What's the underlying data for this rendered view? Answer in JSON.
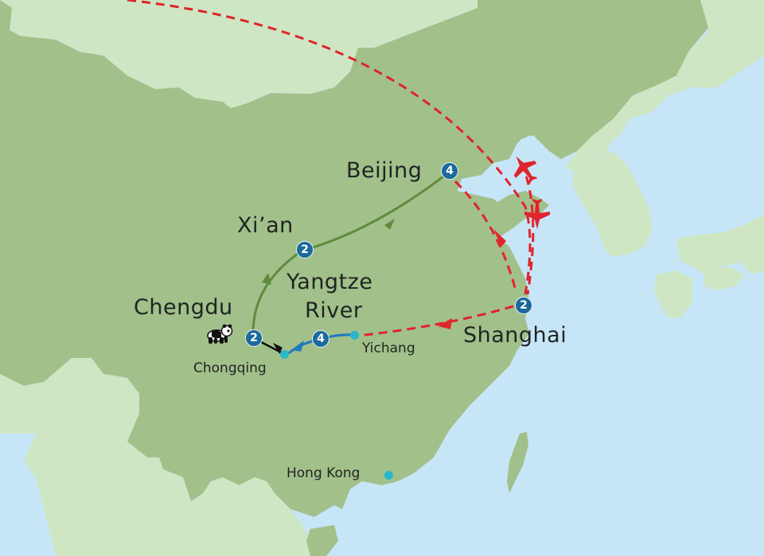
{
  "map": {
    "colors": {
      "sea": "#c6e6f8",
      "china_land": "#a2c08a",
      "other_land": "#cfe6c4",
      "flight_route": "#e0242c",
      "overland_route": "#5e8b3e",
      "river_route": "#1f78c1",
      "badge": "#1b6a9a",
      "minor_stop": "#29b8c9"
    },
    "cities": [
      {
        "name": "Beijing",
        "nights": "4"
      },
      {
        "name": "Xi’an",
        "nights": "2"
      },
      {
        "name": "Chengdu",
        "nights": "2"
      },
      {
        "name": "Shanghai",
        "nights": "2"
      }
    ],
    "yangtze": {
      "line1": "Yangtze",
      "line2": "River",
      "nights": "4"
    },
    "minor_stops": [
      {
        "name": "Yichang"
      },
      {
        "name": "Chongqing"
      },
      {
        "name": "Hong Kong"
      }
    ],
    "icons": {
      "panda": "panda-icon",
      "plane": "airplane-icon"
    }
  }
}
